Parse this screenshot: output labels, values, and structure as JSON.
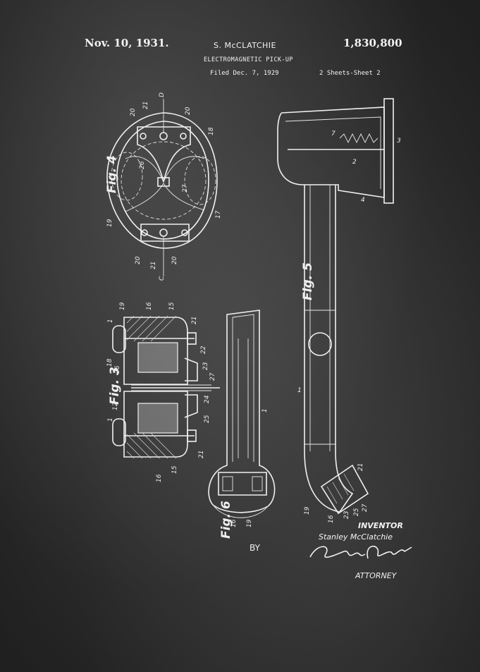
{
  "header": {
    "date": "Nov. 10, 1931.",
    "inventor_short": "S. McCLATCHIE",
    "patent_number": "1,830,800",
    "title": "ELECTROMAGNETIC PICK-UP",
    "filed": "Filed Dec. 7, 1929",
    "sheets": "2 Sheets-Sheet 2"
  },
  "figures": {
    "fig4": "Fig. 4",
    "fig3": "Fig. 3",
    "fig5": "Fig. 5",
    "fig6": "Fig. 6"
  },
  "ref_numbers": {
    "fig4": [
      "20",
      "21",
      "D",
      "20",
      "18",
      "26",
      "27",
      "17",
      "19",
      "20",
      "21",
      "20",
      "C"
    ],
    "fig3": [
      "16",
      "15",
      "1",
      "19",
      "21",
      "22",
      "18",
      "23",
      "26",
      "27",
      "24",
      "12",
      "25",
      "1",
      "21",
      "16",
      "15"
    ],
    "fig5": [
      "7",
      "3",
      "2",
      "4",
      "1",
      "21",
      "19",
      "16",
      "23",
      "25",
      "27"
    ],
    "fig6": [
      "1",
      "16",
      "19"
    ]
  },
  "footer": {
    "by": "BY",
    "inventor_label": "INVENTOR",
    "inventor_name": "Stanley McClatchie",
    "signature": "Samuel Ostrolenk",
    "attorney_label": "ATTORNEY"
  },
  "colors": {
    "background": "#2e2e2e",
    "ink": "#f0f0f0"
  }
}
